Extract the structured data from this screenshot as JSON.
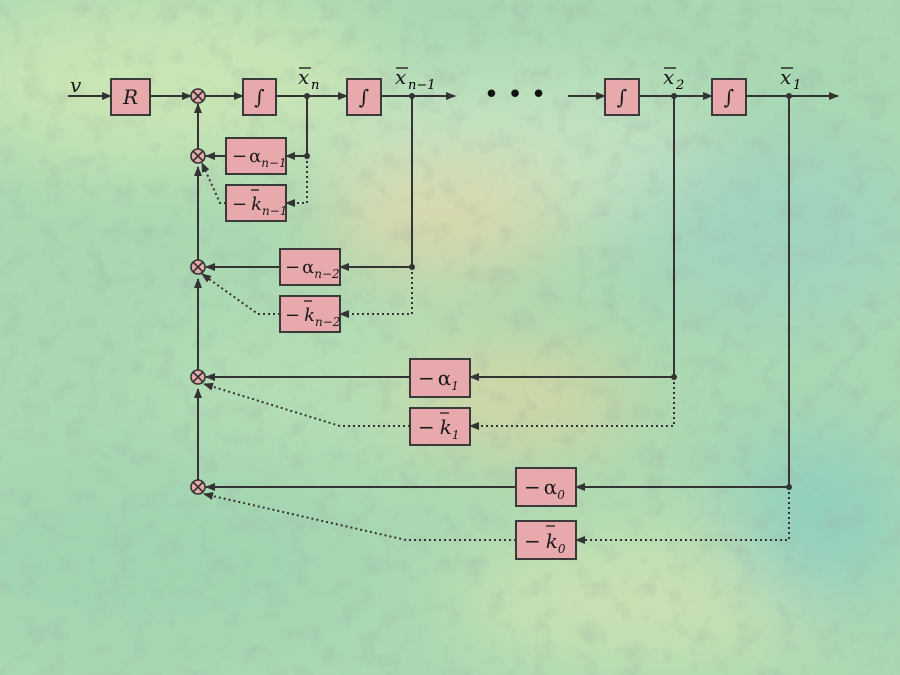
{
  "input": {
    "label": "v"
  },
  "blocks": {
    "reference": {
      "label": "R"
    },
    "integrator": {
      "symbol": "∫"
    }
  },
  "states": [
    {
      "id": "xn",
      "base": "x",
      "sub": "n"
    },
    {
      "id": "xn-1",
      "base": "x",
      "sub": "n−1"
    },
    {
      "id": "x2",
      "base": "x",
      "sub": "2"
    },
    {
      "id": "x1",
      "base": "x",
      "sub": "1"
    }
  ],
  "ellipsis": "• • •",
  "alpha_gains": [
    {
      "id": "alpha-n-1",
      "sign": "−",
      "symbol": "α",
      "sub": "n−1"
    },
    {
      "id": "alpha-n-2",
      "sign": "−",
      "symbol": "α",
      "sub": "n−2"
    },
    {
      "id": "alpha-1",
      "sign": "−",
      "symbol": "α",
      "sub": "1"
    },
    {
      "id": "alpha-0",
      "sign": "−",
      "symbol": "α",
      "sub": "0"
    }
  ],
  "k_gains": [
    {
      "id": "k-n-1",
      "sign": "−",
      "symbol": "k",
      "sub": "n−1"
    },
    {
      "id": "k-n-2",
      "sign": "−",
      "symbol": "k",
      "sub": "n−2"
    },
    {
      "id": "k-1",
      "sign": "−",
      "symbol": "k",
      "sub": "1"
    },
    {
      "id": "k-0",
      "sign": "−",
      "symbol": "k",
      "sub": "0"
    }
  ],
  "colors": {
    "block_fill": "#e8a9ad",
    "line": "#333333",
    "background": "#a8d6b0"
  }
}
